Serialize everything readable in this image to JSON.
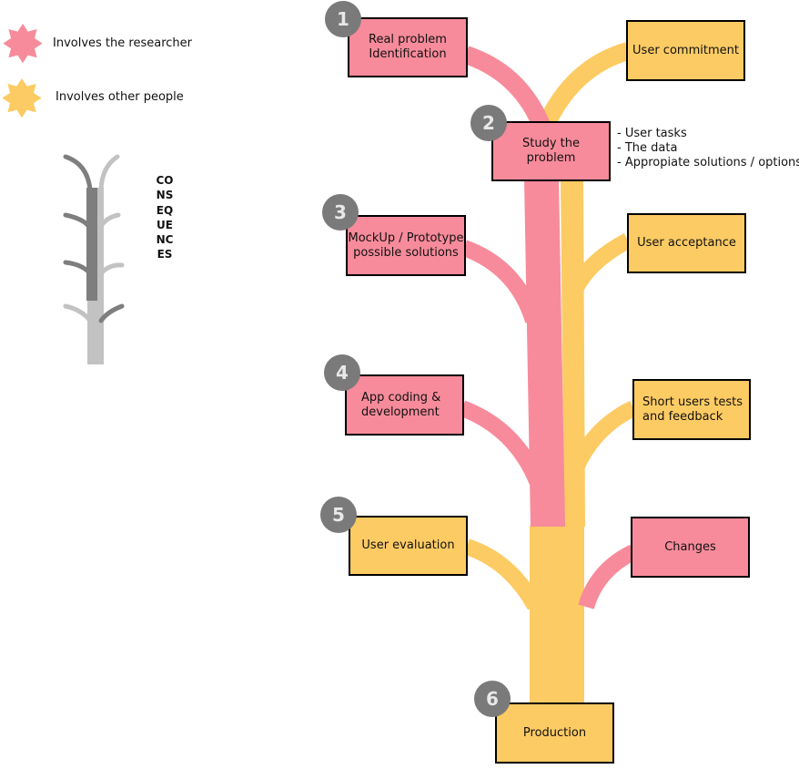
{
  "legend": {
    "researcher": {
      "label": "Involves the researcher",
      "color": "#f78b9b",
      "icon": "pink-star-icon"
    },
    "others": {
      "label": "Involves other people",
      "color": "#fdcb63",
      "icon": "yellow-star-icon"
    },
    "consequences_label": "CONSEQUENCES",
    "consequences_icon": "tree-icon"
  },
  "steps": [
    {
      "number": "1",
      "label": "Real problem\nIdentification",
      "color": "pink"
    },
    {
      "number": "2",
      "label": "Study the\nproblem",
      "color": "pink"
    },
    {
      "number": "3",
      "label": "MockUp / Prototype\npossible solutions",
      "color": "pink"
    },
    {
      "number": "4",
      "label": "App coding &\ndevelopment",
      "color": "pink"
    },
    {
      "number": "5",
      "label": "User evaluation",
      "color": "yellow"
    },
    {
      "number": "6",
      "label": "Production",
      "color": "yellow"
    }
  ],
  "consequences": [
    {
      "label": "User commitment",
      "color": "yellow"
    },
    {
      "label": "User acceptance",
      "color": "yellow"
    },
    {
      "label": "Short users tests\nand feedback",
      "color": "yellow"
    },
    {
      "label": "Changes",
      "color": "pink"
    }
  ],
  "study_notes": [
    "- User tasks",
    "- The data",
    "- Appropiate solutions / options"
  ],
  "colors": {
    "pink": "#f78b9b",
    "yellow": "#fdcb63",
    "badge": "#7a7a7a"
  }
}
